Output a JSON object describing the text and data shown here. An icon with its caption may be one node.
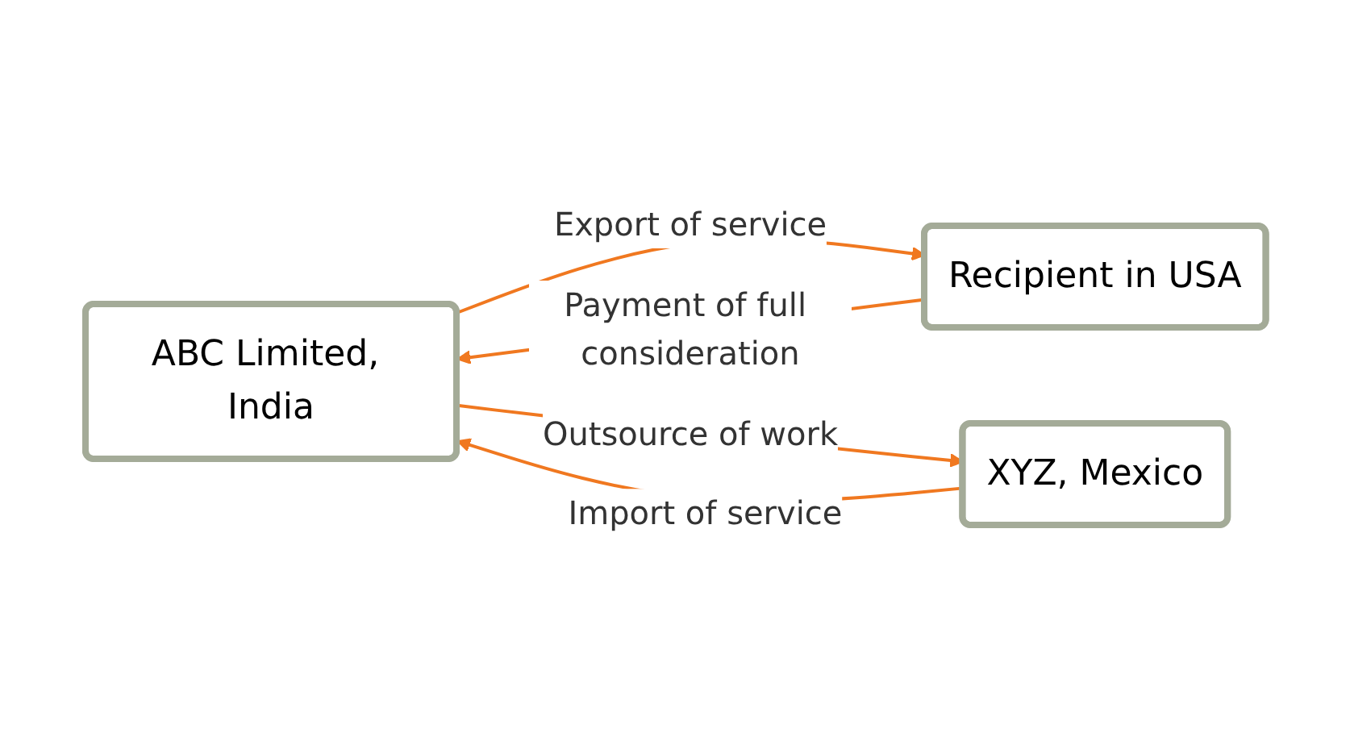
{
  "diagram": {
    "nodes": [
      {
        "text": [
          "ABC Limited, India"
        ]
      },
      {
        "text": [
          "Recipient in USA"
        ]
      },
      {
        "text": [
          "XYZ, Mexico"
        ]
      }
    ],
    "edges": [
      {
        "from": 0,
        "to": 1,
        "arrow": "to",
        "label": "Export of service"
      },
      {
        "from": 1,
        "to": 0,
        "arrow": "to",
        "label": "Payment of full consideration"
      },
      {
        "from": 0,
        "to": 2,
        "arrow": "to",
        "label": "Outsource of work"
      },
      {
        "from": 2,
        "to": 0,
        "arrow": "to",
        "label": "Import of service"
      }
    ]
  }
}
